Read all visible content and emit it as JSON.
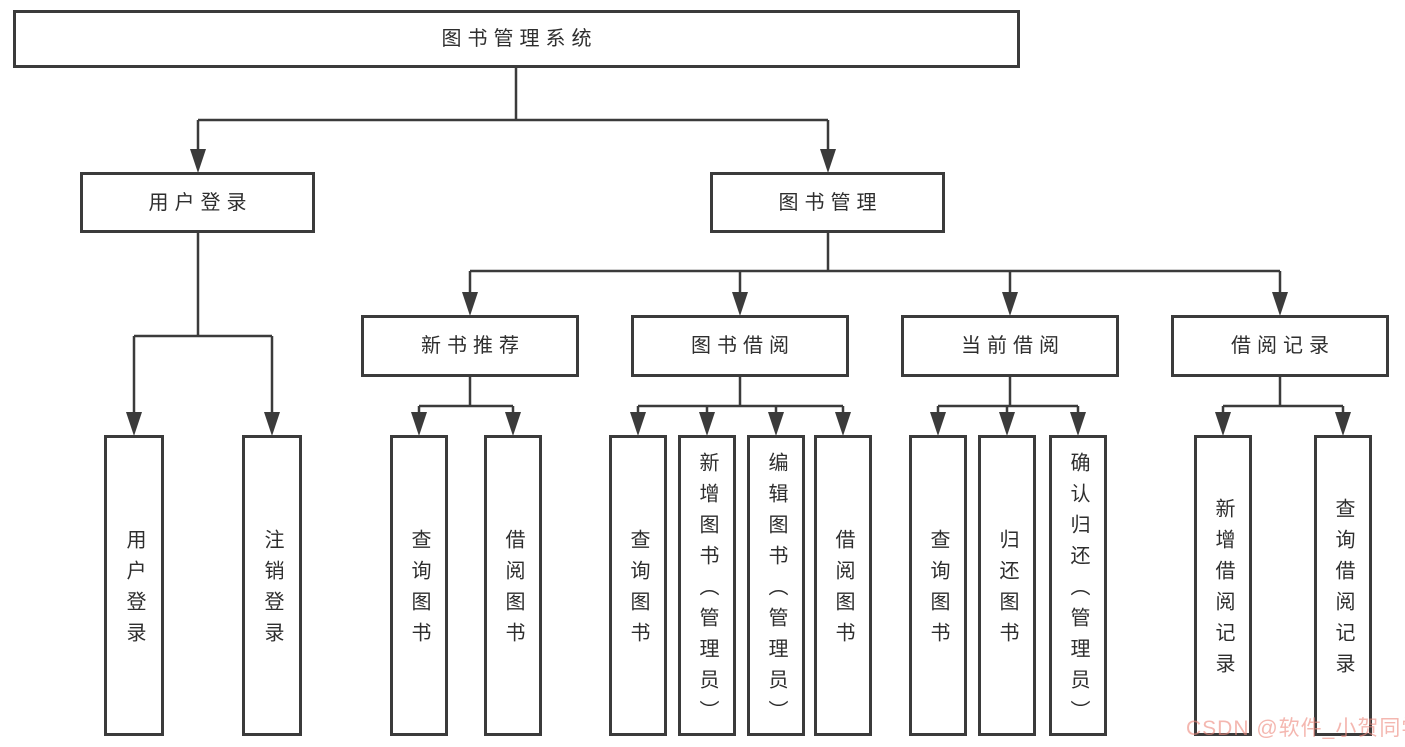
{
  "diagram": {
    "root_label": "图书管理系统",
    "user_branch": {
      "label": "用户登录",
      "children": [
        {
          "label": "用户登录"
        },
        {
          "label": "注销登录"
        }
      ]
    },
    "book_branch": {
      "label": "图书管理",
      "sections": [
        {
          "label": "新书推荐",
          "children": [
            {
              "label": "查询图书"
            },
            {
              "label": "借阅图书"
            }
          ]
        },
        {
          "label": "图书借阅",
          "children": [
            {
              "label": "查询图书"
            },
            {
              "label": "新增图书（管理员）"
            },
            {
              "label": "编辑图书（管理员）"
            },
            {
              "label": "借阅图书"
            }
          ]
        },
        {
          "label": "当前借阅",
          "children": [
            {
              "label": "查询图书"
            },
            {
              "label": "归还图书"
            },
            {
              "label": "确认归还（管理员）"
            }
          ]
        },
        {
          "label": "借阅记录",
          "children": [
            {
              "label": "新增借阅记录"
            },
            {
              "label": "查询借阅记录"
            }
          ]
        }
      ]
    }
  },
  "watermark": {
    "text": "CSDN @软件_小贺同学",
    "color": "#ee8a80"
  },
  "colors": {
    "line": "#3b3b3b",
    "box_fill": "#ffffff",
    "text": "#2e2e2e",
    "background": "#ffffff"
  }
}
